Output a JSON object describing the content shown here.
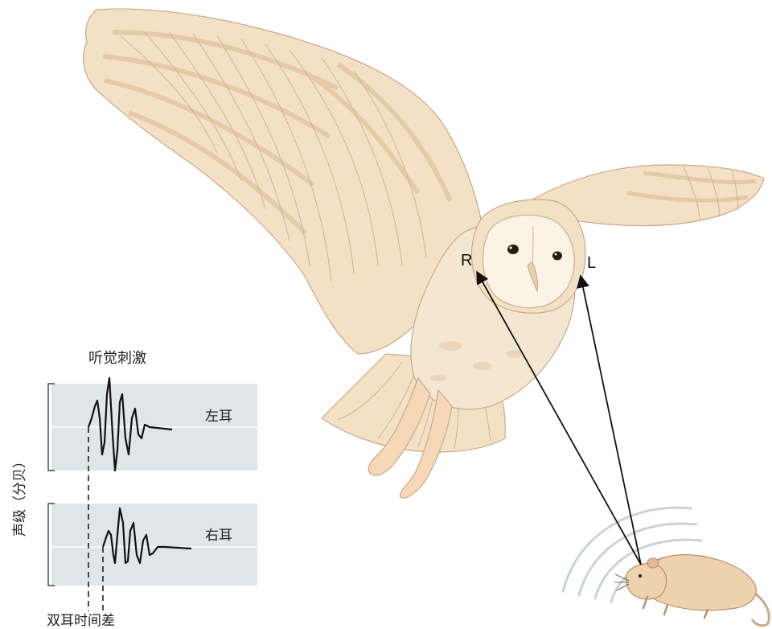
{
  "diagram": {
    "stimulus_title": "听觉刺激",
    "y_axis_label": "声级（分贝）",
    "left_ear_label": "左耳",
    "right_ear_label": "右耳",
    "interaural_label": "双耳时间差",
    "ear_right_marker": "R",
    "ear_left_marker": "L"
  },
  "colors": {
    "panel": "#dfe6ea",
    "feather": "#f3e1c6",
    "feather_dark": "#e2c39d",
    "face": "#fbf3e6",
    "mouse": "#edd2ad",
    "sound_waves": "#c9d3da",
    "line": "#111111"
  }
}
